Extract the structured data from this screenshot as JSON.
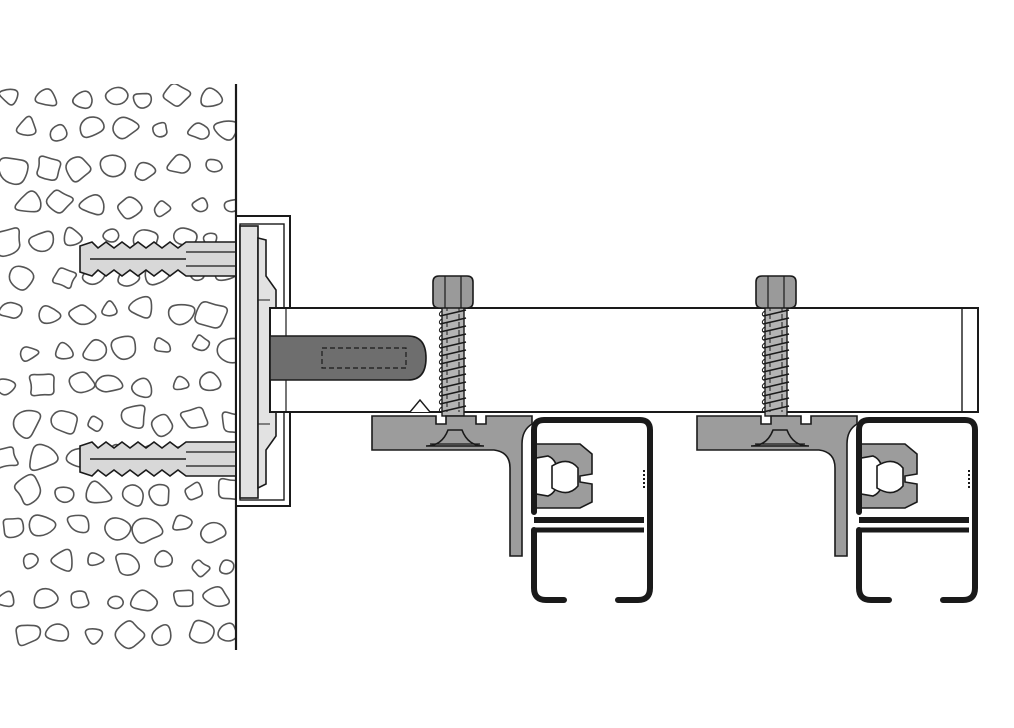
{
  "figure": {
    "colors": {
      "background": "#ffffff",
      "outline": "#1a1a1a",
      "wall_fill": "#ffffff",
      "stone_stroke": "#555555",
      "plug_fill": "#d8d8d8",
      "bracket_fill": "#e2e2e2",
      "beam_fill": "#ffffff",
      "dowel_fill": "#6e6e6e",
      "screw_fill": "#b4b4b4",
      "nut_fill": "#9a9a9a",
      "carrier_fill": "#9c9c9c",
      "track_stroke": "#1a1a1a"
    },
    "parts": [
      "masonry-wall",
      "wall-plug",
      "mounting-bracket",
      "support-arm",
      "threaded-bolt",
      "hex-nut",
      "glider-carrier",
      "curtain-track"
    ]
  }
}
